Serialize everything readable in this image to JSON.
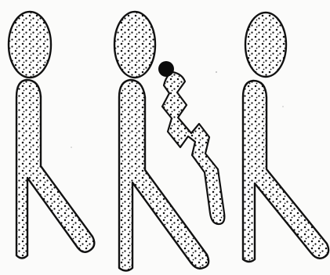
{
  "figure": {
    "background": "#fbfbfa",
    "ink": "#111111",
    "fill": "#ffffff",
    "figures": [
      {
        "name": "left-figure",
        "shape": "stick-figure-with-dotted-fill",
        "attachment": "none"
      },
      {
        "name": "middle-figure",
        "shape": "stick-figure-with-dotted-fill",
        "attachment": "wavy-chain-with-black-bead"
      },
      {
        "name": "right-figure",
        "shape": "stick-figure-with-dotted-fill",
        "attachment": "none"
      }
    ]
  }
}
